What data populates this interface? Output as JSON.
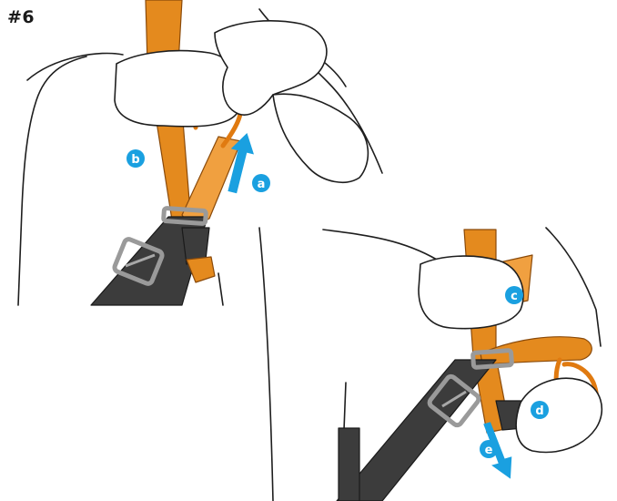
{
  "step": {
    "title": "#6"
  },
  "markers": [
    {
      "id": "a",
      "label": "a"
    },
    {
      "id": "b",
      "label": "b"
    },
    {
      "id": "c",
      "label": "c"
    },
    {
      "id": "d",
      "label": "d"
    },
    {
      "id": "e",
      "label": "e"
    }
  ],
  "colors": {
    "strap": "#e48a1e",
    "strap_dark": "#3c3c3c",
    "buckle": "#9a9a9a",
    "rope": "#e07a10",
    "arrow": "#1aa0e0"
  },
  "icons": {
    "arrow_a": "arrow-up-icon",
    "arrow_e": "arrow-down-icon"
  }
}
